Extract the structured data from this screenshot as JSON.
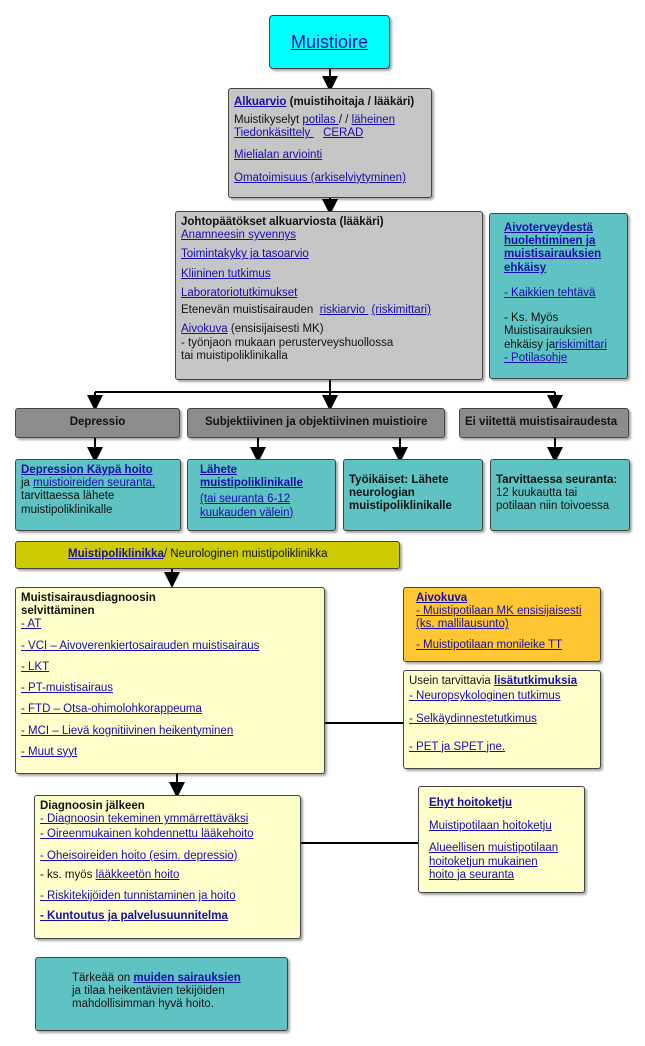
{
  "title": "Muistioire",
  "alkuarvio": {
    "head_link": "Alkuarvio",
    "head_rest": " (muistihoitaja / lääkäri)",
    "l1_a": "Muistikyselyt ",
    "l1_b": "potilas ",
    "l1_c": " / / ",
    "l1_d": "läheinen ",
    "l2_a": "Tiedonkäsittely ",
    "l2_b": "CERAD",
    "l3": "Mielialan arviointi ",
    "l4": "Omatoimisuus (arkiselviytyminen) "
  },
  "johtopaatokset": {
    "head": "Johtopäätökset alkuarviosta (lääkäri)",
    "l1": "Anamneesin syvennys ",
    "l2": "Toimintakyky ja tasoarvio",
    "l3": "Kliininen tutkimus ",
    "l4": "Laboratoriotutkimukset ",
    "l5_a": "Etenevän muistisairauden ",
    "l5_b": "riskiarvio ",
    "l5_c": "(riskimittari)",
    "l6_a": "Aivokuva",
    "l6_b": " (ensisijaisesti MK)",
    "l7": "- työnjaon mukaan perusterveyshuollossa",
    "l8": "tai muistipoliklinikalla"
  },
  "aivoterveys": {
    "h1": "Aivoterveydestä",
    "h2": "huolehtiminen ja",
    "h3": "muistisairauksien",
    "h4": "ehkäisy",
    "l1": "- Kaikkien tehtävä ",
    "l2": "- Ks. Myös",
    "l3": "Muistisairauksien",
    "l4_a": "ehkäisy ja",
    "l4_b": "riskimittari",
    "l5": "- Potilasohje "
  },
  "categories": {
    "depressio": "Depressio",
    "subjektiivinen": "Subjektiivinen ja objektiivinen muistioire",
    "ei_viitetta": "Ei viitettä muistisairaudesta"
  },
  "depression_box": {
    "l1": "Depression Käypä hoito",
    "l2_a": "ja ",
    "l2_b": "muistioireiden seuranta, ",
    "l3": "tarvittaessa lähete",
    "l4": "muistipoliklinikalle"
  },
  "lahete_box": {
    "l1": "Lähete",
    "l2": "muistipoliklinikalle",
    "l3": "(tai seuranta 6-12",
    "l4": "kuukauden välein) "
  },
  "tyoikaiset_box": {
    "l1": "Työikäiset: Lähete",
    "l2": "neurologian",
    "l3": "muistipoliklinikalle"
  },
  "seuranta_box": {
    "l1": "Tarvittaessa seuranta:",
    "l2": "12 kuukautta tai",
    "l3": "potilaan niin toivoessa"
  },
  "muistipoli": {
    "link": "Muistipoliklinikka",
    "rest": "/ Neurologinen muistipoliklinikka"
  },
  "diagnoosi": {
    "h1": "Muistisairausdiagnoosin",
    "h2": "selvittäminen",
    "items": [
      "- AT ",
      "- VCI – Aivoverenkiertosairauden muistisairaus ",
      "- LKT",
      "- PT-muistisairaus ",
      "- FTD – Otsa-ohimolohkorappeuma ",
      "- MCI – Lievä kognitiivinen heikentyminen ",
      "- Muut syyt"
    ]
  },
  "aivokuva_box": {
    "head": "Aivokuva",
    "l1": "- Muistipotilaan MK ensisijaisesti ",
    "l2": "(ks. mallilausunto) ",
    "l3": "- Muistipotilaan monileike TT "
  },
  "lisatutkimukset": {
    "head_a": "Usein tarvittavia ",
    "head_b": "lisätutkimuksia",
    "l1": "- Neuropsykologinen tutkimus ",
    "l2": "- Selkäydinnestetutkimus ",
    "l3": "- PET ja SPET jne. "
  },
  "jalkeen": {
    "head": "Diagnoosin jälkeen",
    "l1": "- Diagnoosin tekeminen ymmärrettäväksi ",
    "l2": "- Oireenmukainen kohdennettu lääkehoito ",
    "l3": "- Oheisoireiden hoito (esim. depressio) ",
    "l4_a": "- ks. myös ",
    "l4_b": "lääkkeetön hoito",
    "l5": "- Riskitekijöiden tunnistaminen ja hoito ",
    "l6": "- Kuntoutus ja palvelusuunnitelma"
  },
  "hoitoketju": {
    "head": "Ehyt hoitoketju",
    "l1": "Muistipotilaan hoitoketju",
    "l2": "Alueellisen muistipotilaan ",
    "l3": "hoitoketjun mukainen ",
    "l4": "hoito ja seuranta "
  },
  "tarkeaa": {
    "l1_a": "Tärkeää on ",
    "l1_b": "muiden sairauksien ",
    "l2": "ja tilaa heikentävien tekijöiden",
    "l3": "mahdollisimman hyvä hoito."
  }
}
